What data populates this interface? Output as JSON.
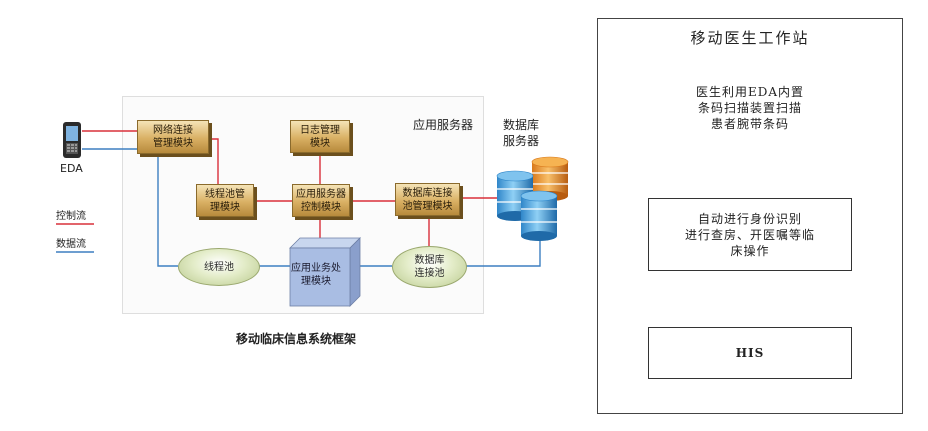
{
  "left_diagram": {
    "app_server_label": "应用服务器",
    "db_server_label": "数据库\n服务器",
    "device_label": "EDA",
    "legend": {
      "control": "控制流",
      "data": "数据流"
    },
    "modules": {
      "network": "网络连接\n管理模块",
      "log": "日志管理\n模块",
      "threadpool_mgmt": "线程池管\n理模块",
      "app_control": "应用服务器\n控制模块",
      "db_pool_mgmt": "数据库连接\n池管理模块",
      "thread_pool": "线程池",
      "business": "应用业务处\n理模块",
      "db_pool": "数据库\n连接池"
    },
    "caption": "移动临床信息系统框架",
    "colors": {
      "control": "#d9303a",
      "data": "#3d7fc1"
    }
  },
  "right_diagram": {
    "title": "移动医生工作站",
    "step1": "医生利用EDA内置\n条码扫描装置扫描\n患者腕带条码",
    "step2": "自动进行身份识别\n进行查房、开医嘱等临\n床操作",
    "step3": "HIS"
  }
}
